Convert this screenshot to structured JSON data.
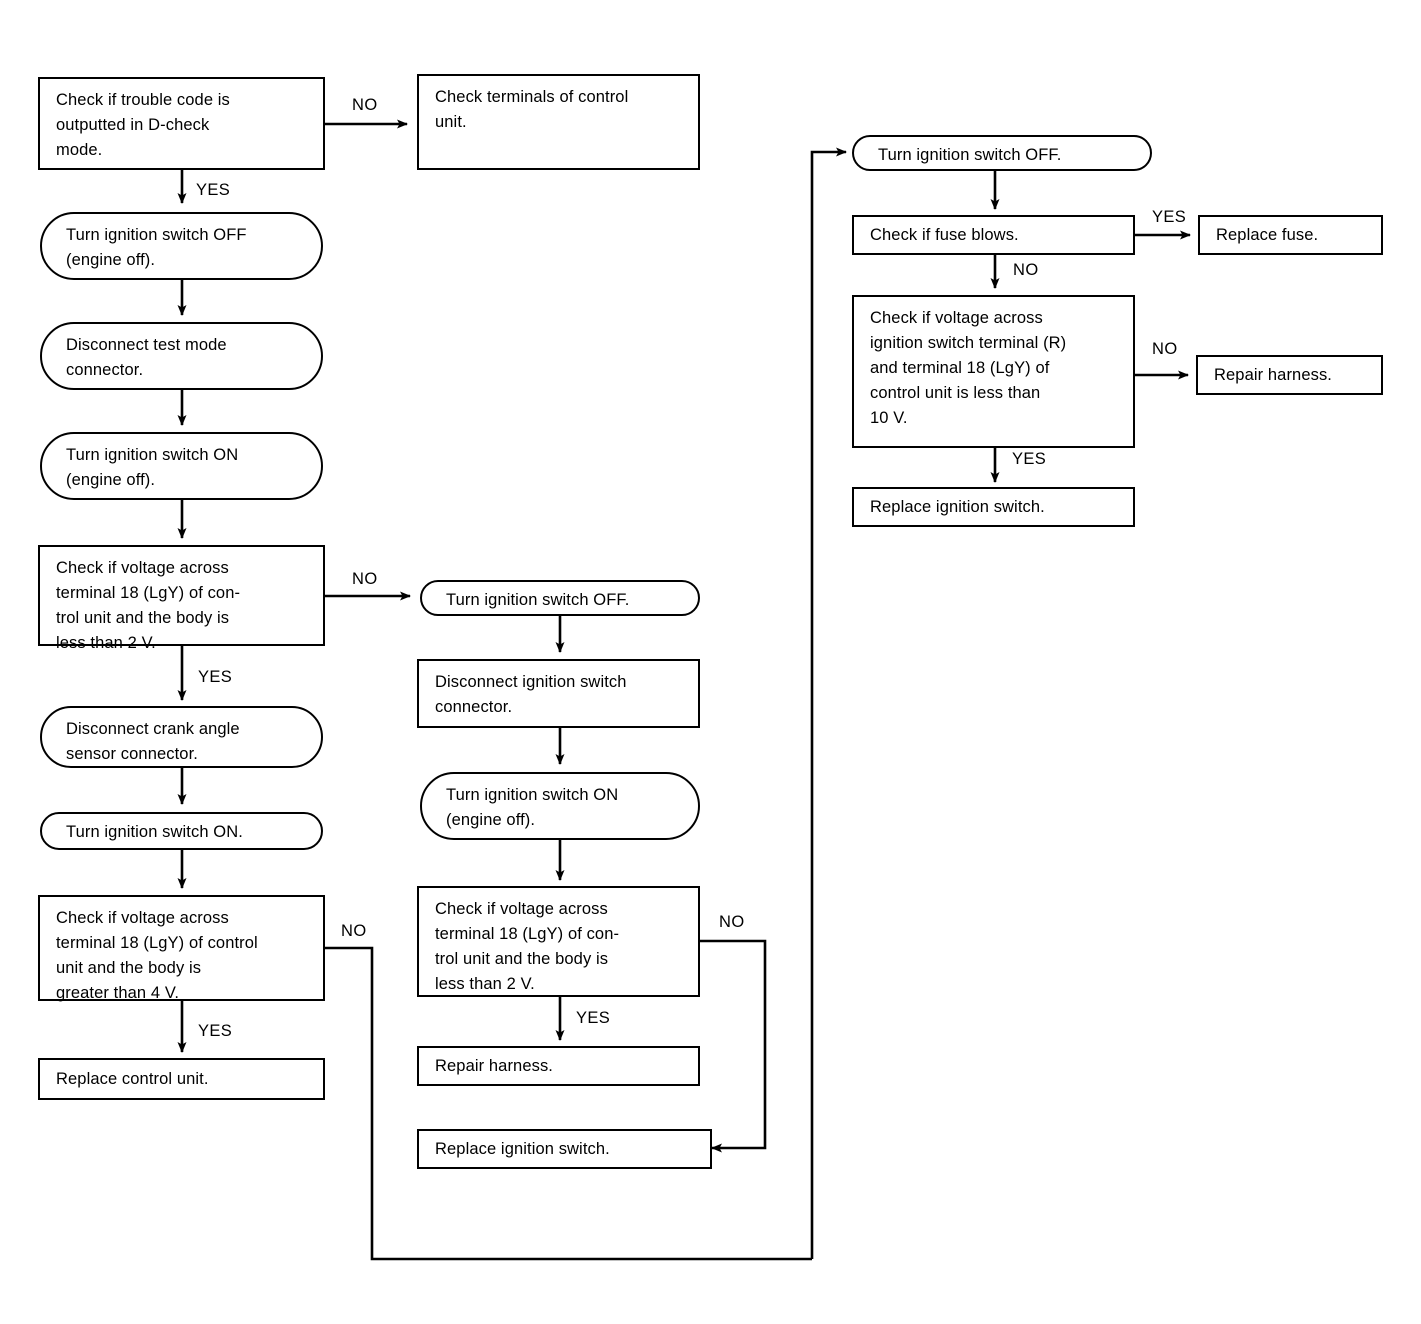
{
  "diagram": {
    "title": "Ignition / control unit power supply diagnostic flowchart",
    "line_color": "#000000",
    "background_color": "#ffffff"
  },
  "nodes": {
    "n1": {
      "label": "Check if trouble code is\noutputted in D-check\nmode."
    },
    "n2": {
      "label": "Check terminals of control\nunit."
    },
    "n3": {
      "label": "Turn ignition switch OFF\n(engine off)."
    },
    "n4": {
      "label": "Disconnect test mode\nconnector."
    },
    "n5": {
      "label": "Turn ignition switch ON\n(engine off)."
    },
    "n6": {
      "label": "Check if voltage across\nterminal 18 (LgY) of con-\ntrol unit and the body is\nless than 2 V."
    },
    "n7": {
      "label": "Disconnect crank angle\nsensor connector."
    },
    "n8": {
      "label": "Turn ignition switch ON."
    },
    "n9": {
      "label": "Check if voltage across\nterminal 18 (LgY) of control\nunit and the body is\ngreater than 4 V."
    },
    "n10": {
      "label": "Replace control unit."
    },
    "n11": {
      "label": "Turn ignition switch OFF."
    },
    "n12": {
      "label": "Disconnect ignition switch\nconnector."
    },
    "n13": {
      "label": "Turn ignition switch ON\n(engine off)."
    },
    "n14": {
      "label": "Check if voltage across\nterminal 18 (LgY) of con-\ntrol unit and the body is\nless than 2 V."
    },
    "n15": {
      "label": "Repair harness."
    },
    "n16": {
      "label": "Replace ignition switch."
    },
    "n17": {
      "label": "Turn ignition switch OFF."
    },
    "n18": {
      "label": "Check if fuse blows."
    },
    "n19": {
      "label": "Replace fuse."
    },
    "n20": {
      "label": "Check if voltage across\nignition switch terminal (R)\nand terminal 18 (LgY) of\ncontrol unit is less than\n10 V."
    },
    "n21": {
      "label": "Repair harness."
    },
    "n22": {
      "label": "Replace ignition switch."
    }
  },
  "edge_labels": {
    "e1_no": {
      "text": "NO"
    },
    "e1_yes": {
      "text": "YES"
    },
    "e6_no": {
      "text": "NO"
    },
    "e6_yes": {
      "text": "YES"
    },
    "e9_no": {
      "text": "NO"
    },
    "e9_yes": {
      "text": "YES"
    },
    "e14_no": {
      "text": "NO"
    },
    "e14_yes": {
      "text": "YES"
    },
    "e18_yes": {
      "text": "YES"
    },
    "e18_no": {
      "text": "NO"
    },
    "e20_no": {
      "text": "NO"
    },
    "e20_yes": {
      "text": "YES"
    }
  },
  "flow_edges": [
    {
      "from": "n1",
      "to": "n2",
      "label": "NO"
    },
    {
      "from": "n1",
      "to": "n3",
      "label": "YES"
    },
    {
      "from": "n3",
      "to": "n4",
      "label": ""
    },
    {
      "from": "n4",
      "to": "n5",
      "label": ""
    },
    {
      "from": "n5",
      "to": "n6",
      "label": ""
    },
    {
      "from": "n6",
      "to": "n11",
      "label": "NO"
    },
    {
      "from": "n6",
      "to": "n7",
      "label": "YES"
    },
    {
      "from": "n7",
      "to": "n8",
      "label": ""
    },
    {
      "from": "n8",
      "to": "n9",
      "label": ""
    },
    {
      "from": "n9",
      "to": "n17",
      "label": "NO"
    },
    {
      "from": "n9",
      "to": "n10",
      "label": "YES"
    },
    {
      "from": "n11",
      "to": "n12",
      "label": ""
    },
    {
      "from": "n12",
      "to": "n13",
      "label": ""
    },
    {
      "from": "n13",
      "to": "n14",
      "label": ""
    },
    {
      "from": "n14",
      "to": "n15",
      "label": "YES"
    },
    {
      "from": "n14",
      "to": "n16",
      "label": "NO"
    },
    {
      "from": "n17",
      "to": "n18",
      "label": ""
    },
    {
      "from": "n18",
      "to": "n19",
      "label": "YES"
    },
    {
      "from": "n18",
      "to": "n20",
      "label": "NO"
    },
    {
      "from": "n20",
      "to": "n21",
      "label": "NO"
    },
    {
      "from": "n20",
      "to": "n22",
      "label": "YES"
    }
  ]
}
